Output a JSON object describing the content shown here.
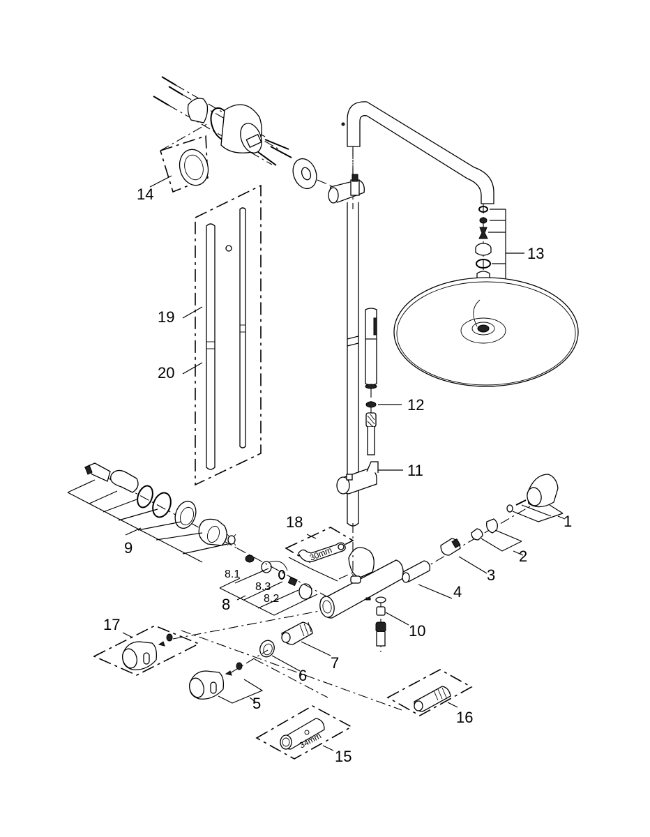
{
  "diagram": {
    "type": "exploded-parts-view",
    "subject": "thermostatic shower system",
    "callouts": {
      "p1": "1",
      "p2": "2",
      "p3": "3",
      "p4": "4",
      "p5": "5",
      "p6": "6",
      "p7": "7",
      "p8": "8",
      "p8_1": "8.1",
      "p8_2": "8.2",
      "p8_3": "8.3",
      "p9": "9",
      "p10": "10",
      "p11": "11",
      "p12": "12",
      "p13": "13",
      "p14": "14",
      "p15": "15",
      "p16": "16",
      "p17": "17",
      "p18": "18",
      "p19": "19",
      "p20": "20"
    },
    "tool_labels": {
      "wrench_18": "30mm",
      "socket_15": "34mm"
    }
  }
}
